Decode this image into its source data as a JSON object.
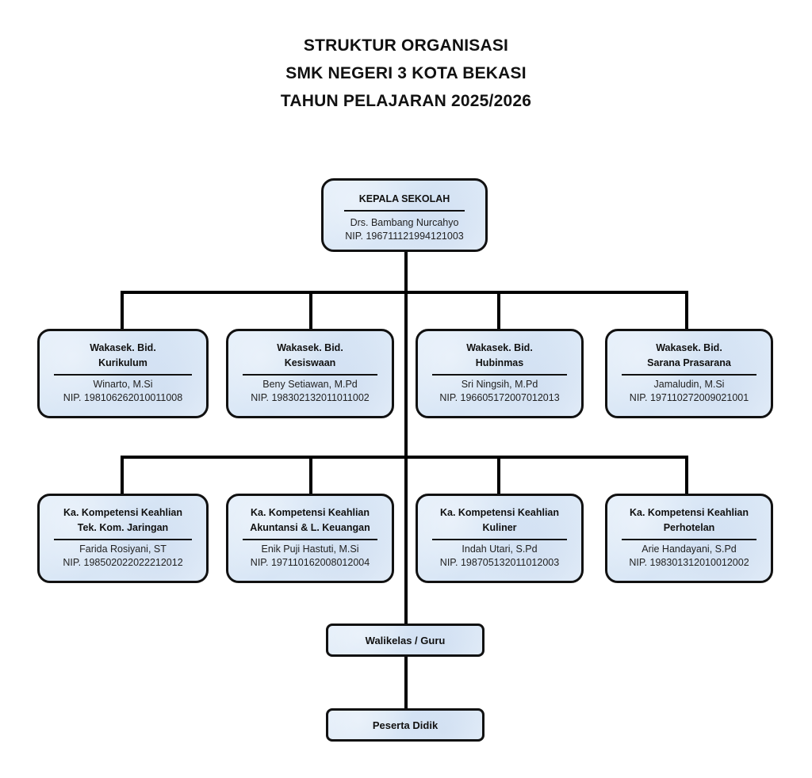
{
  "title": {
    "line1": "STRUKTUR ORGANISASI",
    "line2": "SMK NEGERI 3 KOTA BEKASI",
    "line3": "TAHUN PELAJARAN 2025/2026"
  },
  "head": {
    "role": "KEPALA SEKOLAH",
    "name": "Drs. Bambang Nurcahyo",
    "nip": "NIP. 196711121994121003"
  },
  "wakasek": [
    {
      "role1": "Wakasek. Bid.",
      "role2": "Kurikulum",
      "name": "Winarto, M.Si",
      "nip": "NIP. 198106262010011008"
    },
    {
      "role1": "Wakasek. Bid.",
      "role2": "Kesiswaan",
      "name": "Beny Setiawan, M.Pd",
      "nip": "NIP. 198302132011011002"
    },
    {
      "role1": "Wakasek. Bid.",
      "role2": "Hubinmas",
      "name": "Sri Ningsih, M.Pd",
      "nip": "NIP. 196605172007012013"
    },
    {
      "role1": "Wakasek. Bid.",
      "role2": "Sarana Prasarana",
      "name": "Jamaludin, M.Si",
      "nip": "NIP. 197110272009021001"
    }
  ],
  "kakom": [
    {
      "role1": "Ka. Kompetensi Keahlian",
      "role2": "Tek. Kom. Jaringan",
      "name": "Farida Rosiyani, ST",
      "nip": "NIP. 198502022022212012"
    },
    {
      "role1": "Ka. Kompetensi Keahlian",
      "role2": "Akuntansi & L. Keuangan",
      "name": "Enik Puji Hastuti, M.Si",
      "nip": "NIP. 197110162008012004"
    },
    {
      "role1": "Ka. Kompetensi Keahlian",
      "role2": "Kuliner",
      "name": "Indah Utari, S.Pd",
      "nip": "NIP. 198705132011012003"
    },
    {
      "role1": "Ka. Kompetensi Keahlian",
      "role2": "Perhotelan",
      "name": "Arie Handayani, S.Pd",
      "nip": "NIP. 198301312010012002"
    }
  ],
  "walikelas": {
    "label": "Walikelas / Guru"
  },
  "peserta": {
    "label": "Peserta Didik"
  }
}
